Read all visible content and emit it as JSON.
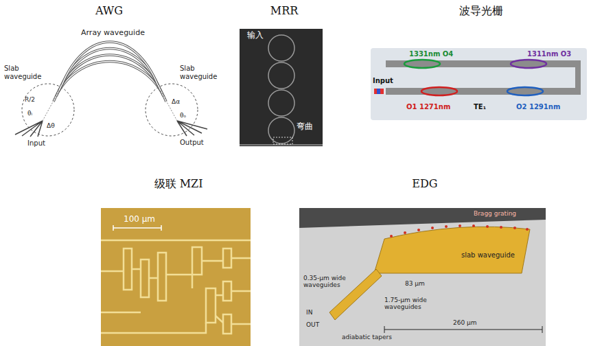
{
  "diagram": {
    "nodes": [
      {
        "text": [
          "AWG"
        ]
      },
      {
        "text": [
          "MRR"
        ]
      },
      {
        "text": [
          "波导光栅"
        ]
      },
      {
        "text": [
          "级联 MZI"
        ]
      },
      {
        "text": [
          "EDG"
        ]
      }
    ],
    "labels": [
      "Array waveguide",
      "Slab waveguide",
      "Slab waveguide",
      "Input",
      "Output",
      "R/2",
      "Δθ",
      "θᵢ",
      "Δα",
      "θₒ",
      "输入",
      "弯曲",
      "1331nm O4",
      "1311nm O3",
      "Input",
      "O1 1271nm",
      "TE₁",
      "O2 1291nm",
      "100 μm",
      "Bragg grating",
      "slab waveguide",
      "0.35-μm wide waveguides",
      "83 μm",
      "IN",
      "OUT",
      "1.75-μm wide waveguides",
      "adiabatic tapers",
      "260 μm"
    ]
  }
}
